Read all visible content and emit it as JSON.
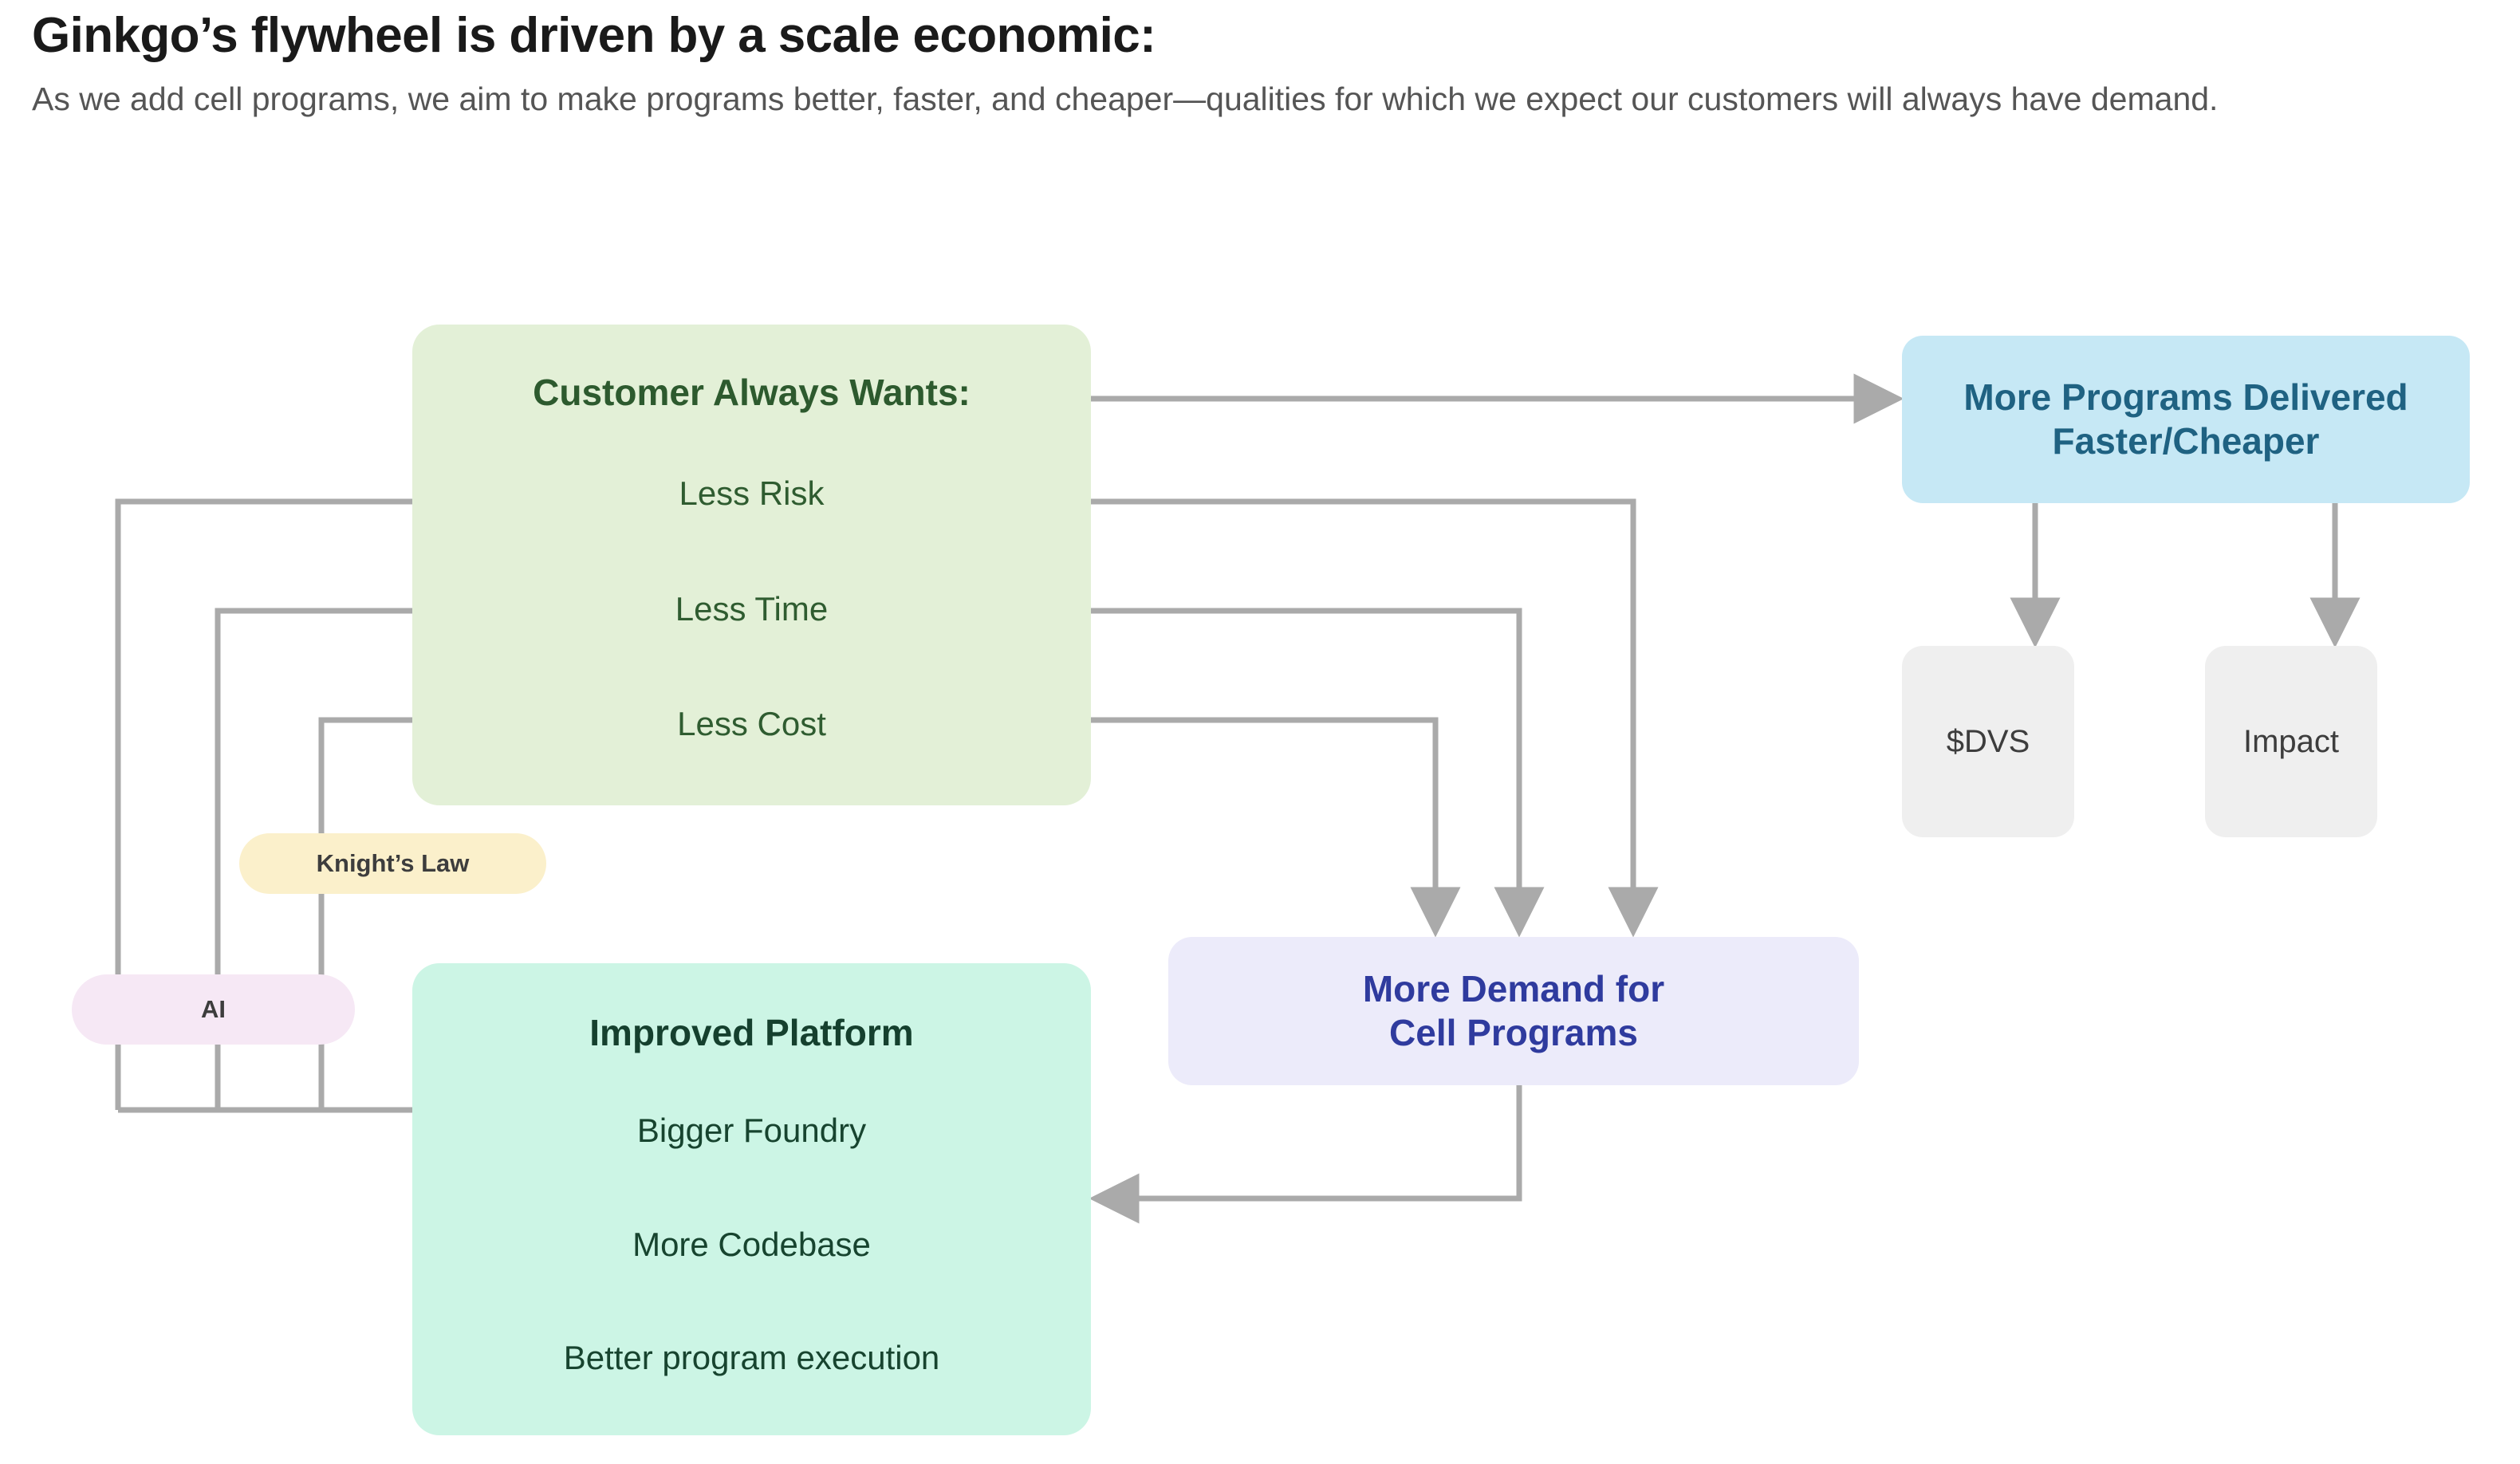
{
  "header": {
    "title": "Ginkgo’s flywheel is driven by a scale economic:",
    "subtitle": "As we add cell programs, we aim to make programs better, faster, and cheaper—qualities for which we expect our customers will always have demand."
  },
  "diagram": {
    "nodes": {
      "customer_wants": {
        "title": "Customer Always Wants:",
        "items": [
          "Less Risk",
          "Less Time",
          "Less Cost"
        ]
      },
      "improved_platform": {
        "title": "Improved Platform",
        "items": [
          "Bigger Foundry",
          "More Codebase",
          "Better program execution"
        ]
      },
      "more_demand": {
        "line1": "More Demand for",
        "line2": "Cell Programs"
      },
      "more_programs": {
        "line1": "More Programs Delivered",
        "line2": "Faster/Cheaper"
      },
      "dvs": {
        "label": "$DVS"
      },
      "impact": {
        "label": "Impact"
      }
    },
    "pills": {
      "knights_law": {
        "label": "Knight’s Law"
      },
      "ai": {
        "label": "AI"
      }
    },
    "colors": {
      "customer_wants_bg": "#e3f0d7",
      "customer_wants_text": "#2d5a2e",
      "improved_platform_bg": "#ccf5e5",
      "improved_platform_text": "#15402e",
      "more_demand_bg": "#ecebfa",
      "more_demand_text": "#2f3b9e",
      "more_programs_bg": "#c6e8f5",
      "more_programs_text": "#1f6282",
      "outcome_bg": "#efefef",
      "outcome_text": "#3d3d3d",
      "knights_law_bg": "#fbf0cb",
      "ai_bg": "#f6e8f5",
      "connector": "#aaaaaa",
      "page_bg": "#ffffff",
      "title_text": "#1a1a1a",
      "subtitle_text": "#555555"
    },
    "connectors": [
      {
        "name": "ai-to-less-risk",
        "from": "AI",
        "to": "Less Risk"
      },
      {
        "name": "knights-law-to-less-time",
        "from": "Knight’s Law",
        "to": "Less Time"
      },
      {
        "name": "platform-to-less-cost",
        "from": "Improved Platform",
        "to": "Less Cost"
      },
      {
        "name": "customer-wants-to-more-programs",
        "from": "Customer Always Wants:",
        "to": "More Programs Delivered Faster/Cheaper"
      },
      {
        "name": "less-risk-to-more-demand",
        "from": "Less Risk",
        "to": "More Demand for Cell Programs"
      },
      {
        "name": "less-time-to-more-demand",
        "from": "Less Time",
        "to": "More Demand for Cell Programs"
      },
      {
        "name": "less-cost-to-more-demand",
        "from": "Less Cost",
        "to": "More Demand for Cell Programs"
      },
      {
        "name": "more-demand-to-improved-platform",
        "from": "More Demand for Cell Programs",
        "to": "Improved Platform"
      },
      {
        "name": "more-programs-to-dvs",
        "from": "More Programs Delivered Faster/Cheaper",
        "to": "$DVS"
      },
      {
        "name": "more-programs-to-impact",
        "from": "More Programs Delivered Faster/Cheaper",
        "to": "Impact"
      }
    ]
  }
}
